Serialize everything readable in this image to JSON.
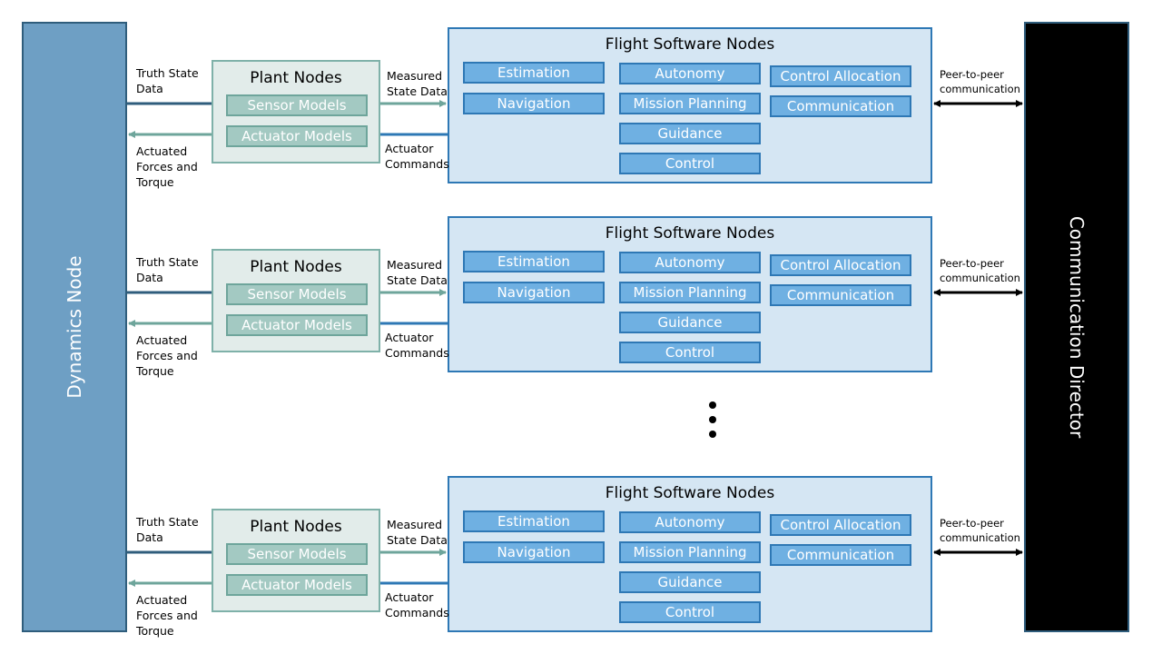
{
  "dynamics_node": {
    "label": "Dynamics Node"
  },
  "communication_director": {
    "label": "Communication Director"
  },
  "rows": [
    {
      "truth_state_data": "Truth State\nData",
      "actuated_forces": "Actuated\nForces and\nTorque",
      "measured_state_data": "Measured\nState Data",
      "actuator_commands": "Actuator\nCommands",
      "peer_to_peer": "Peer-to-peer\ncommunication",
      "plant": {
        "title": "Plant Nodes",
        "sensor_models": "Sensor Models",
        "actuator_models": "Actuator Models"
      },
      "fsw": {
        "title": "Flight Software Nodes",
        "estimation": "Estimation",
        "navigation": "Navigation",
        "autonomy": "Autonomy",
        "mission_planning": "Mission Planning",
        "guidance": "Guidance",
        "control": "Control",
        "control_allocation": "Control Allocation",
        "communication": "Communication"
      }
    },
    {
      "truth_state_data": "Truth State\nData",
      "actuated_forces": "Actuated\nForces and\nTorque",
      "measured_state_data": "Measured\nState Data",
      "actuator_commands": "Actuator\nCommands",
      "peer_to_peer": "Peer-to-peer\ncommunication",
      "plant": {
        "title": "Plant Nodes",
        "sensor_models": "Sensor Models",
        "actuator_models": "Actuator Models"
      },
      "fsw": {
        "title": "Flight Software Nodes",
        "estimation": "Estimation",
        "navigation": "Navigation",
        "autonomy": "Autonomy",
        "mission_planning": "Mission Planning",
        "guidance": "Guidance",
        "control": "Control",
        "control_allocation": "Control Allocation",
        "communication": "Communication"
      }
    },
    {
      "truth_state_data": "Truth State\nData",
      "actuated_forces": "Actuated\nForces and\nTorque",
      "measured_state_data": "Measured\nState Data",
      "actuator_commands": "Actuator\nCommands",
      "peer_to_peer": "Peer-to-peer\ncommunication",
      "plant": {
        "title": "Plant Nodes",
        "sensor_models": "Sensor Models",
        "actuator_models": "Actuator Models"
      },
      "fsw": {
        "title": "Flight Software Nodes",
        "estimation": "Estimation",
        "navigation": "Navigation",
        "autonomy": "Autonomy",
        "mission_planning": "Mission Planning",
        "guidance": "Guidance",
        "control": "Control",
        "control_allocation": "Control Allocation",
        "communication": "Communication"
      }
    }
  ],
  "colors": {
    "dynamics_fill": "#6e9fc4",
    "plant_fill": "#e2ecea",
    "plant_model_fill": "#a3c9c2",
    "fsw_fill": "#d5e6f3",
    "fsw_block_fill": "#6fb0e2",
    "truth_arrow": "#2f5d7c",
    "plant_arrow": "#6ea59b",
    "command_arrow": "#2e78b5",
    "comm_fill": "#000000"
  }
}
